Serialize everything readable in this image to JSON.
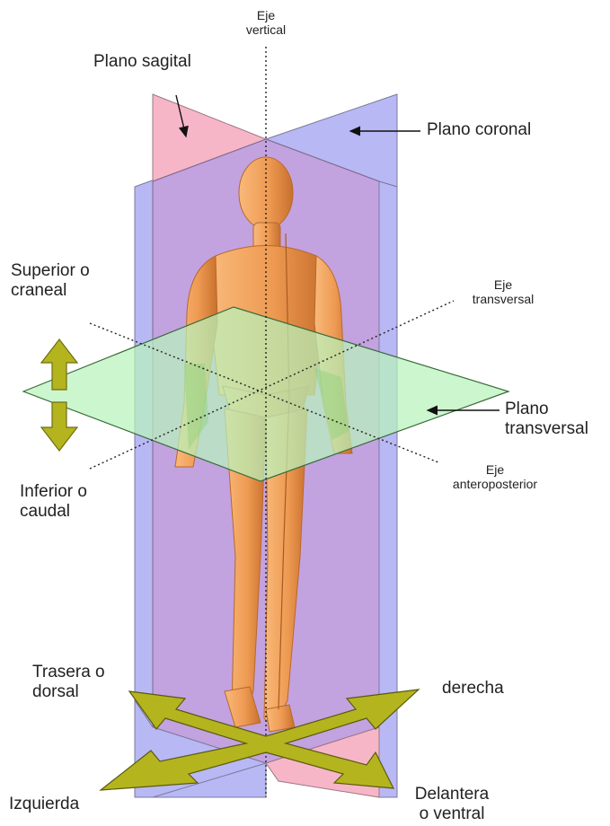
{
  "labels": {
    "vertical_axis": [
      "Eje",
      "vertical"
    ],
    "sagittal_plane": "Plano sagital",
    "coronal_plane": "Plano coronal",
    "superior": [
      "Superior o",
      "craneal"
    ],
    "transverse_axis": [
      "Eje",
      "transversal"
    ],
    "transverse_plane": [
      "Plano",
      "transversal"
    ],
    "inferior": [
      "Inferior o",
      "caudal"
    ],
    "ap_axis": [
      "Eje",
      "anteroposterior"
    ],
    "posterior": [
      "Trasera o",
      "dorsal"
    ],
    "right": "derecha",
    "left": "Izquierda",
    "anterior": [
      "Delantera",
      "o ventral"
    ]
  },
  "colors": {
    "sagittal_plane": "#f7b6c8",
    "coronal_plane": "#b8b8f5",
    "overlap": "#c3a2e0",
    "transverse_plane": "#b9f2bb",
    "arrow_fill": "#b4b41e",
    "skin": "#ef9b52"
  },
  "icons": {
    "direction_arrows": "olive-double-arrow-icon",
    "leader_arrows": "black-arrowhead-icon"
  }
}
